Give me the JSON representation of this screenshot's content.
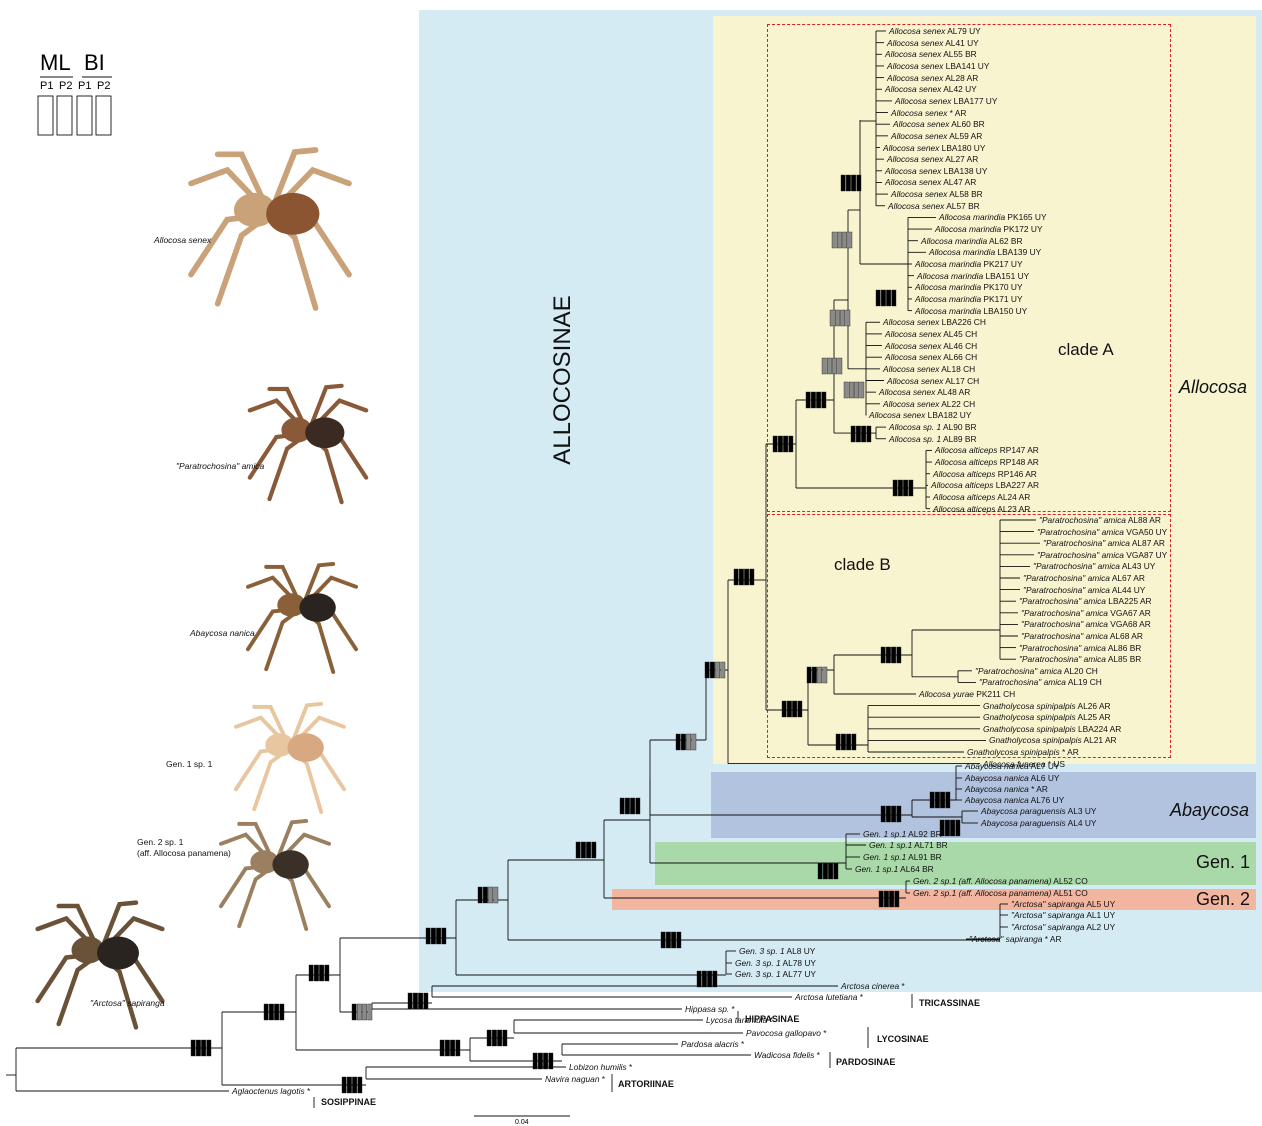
{
  "legend": {
    "ml": "ML",
    "bi": "BI",
    "parts": [
      "P1",
      "P2",
      "P1",
      "P2"
    ]
  },
  "photos": [
    {
      "caption": "Allocosa senex"
    },
    {
      "caption": "\"Paratrochosina\" amica"
    },
    {
      "caption": "Abaycosa nanica"
    },
    {
      "caption": "Gen. 1 sp. 1"
    },
    {
      "caption": "Gen. 2 sp. 1"
    },
    {
      "caption": "(aff. Allocosa panamena)"
    },
    {
      "caption": "\"Arctosa\" sapiranga"
    }
  ],
  "groups": {
    "allocosinae": "ALLOCOSINAE",
    "clade_a": "clade A",
    "clade_b": "clade B",
    "allocosa": "Allocosa",
    "abaycosa": "Abaycosa",
    "gen1": "Gen. 1",
    "gen2": "Gen. 2"
  },
  "subfamilies": [
    "TRICASSINAE",
    "HIPPASINAE",
    "LYCOSINAE",
    "PARDOSINAE",
    "ARTORIINAE",
    "SOSIPPINAE"
  ],
  "scale": "0.04",
  "colors": {
    "allocosinae_bg": "#d5ebf4",
    "allocosa_bg": "#f8f4d0",
    "abaycosa_bg": "#b2c3e0",
    "gen1_bg": "#a9d8a9",
    "gen2_bg": "#f2b5a0",
    "clade_border": "#e02020",
    "support_full": "#000000",
    "support_partial": "#8a8a8a"
  },
  "tips": [
    {
      "sp": "Allocosa senex",
      "code": "AL79 UY"
    },
    {
      "sp": "Allocosa senex",
      "code": "AL41 UY"
    },
    {
      "sp": "Allocosa senex",
      "code": "AL55 BR"
    },
    {
      "sp": "Allocosa senex",
      "code": "LBA141 UY"
    },
    {
      "sp": "Allocosa senex",
      "code": "AL28 AR"
    },
    {
      "sp": "Allocosa senex",
      "code": "AL42 UY"
    },
    {
      "sp": "Allocosa senex",
      "code": "LBA177 UY"
    },
    {
      "sp": "Allocosa senex",
      "code": "* AR"
    },
    {
      "sp": "Allocosa senex",
      "code": "AL60 BR"
    },
    {
      "sp": "Allocosa senex",
      "code": "AL59 AR"
    },
    {
      "sp": "Allocosa senex",
      "code": "LBA180 UY"
    },
    {
      "sp": "Allocosa senex",
      "code": "AL27 AR"
    },
    {
      "sp": "Allocosa senex",
      "code": "LBA138 UY"
    },
    {
      "sp": "Allocosa senex",
      "code": "AL47 AR"
    },
    {
      "sp": "Allocosa senex",
      "code": "AL58 BR"
    },
    {
      "sp": "Allocosa senex",
      "code": "AL57 BR"
    },
    {
      "sp": "Allocosa marindia",
      "code": "PK165 UY"
    },
    {
      "sp": "Allocosa marindia",
      "code": "PK172 UY"
    },
    {
      "sp": "Allocosa marindia",
      "code": "AL62 BR"
    },
    {
      "sp": "Allocosa marindia",
      "code": "LBA139 UY"
    },
    {
      "sp": "Allocosa marindia",
      "code": "PK217 UY"
    },
    {
      "sp": "Allocosa marindia",
      "code": "LBA151 UY"
    },
    {
      "sp": "Allocosa marindia",
      "code": "PK170 UY"
    },
    {
      "sp": "Allocosa marindia",
      "code": "PK171 UY"
    },
    {
      "sp": "Allocosa marindia",
      "code": "LBA150 UY"
    },
    {
      "sp": "Allocosa senex",
      "code": "LBA226 CH"
    },
    {
      "sp": "Allocosa senex",
      "code": "AL45 CH"
    },
    {
      "sp": "Allocosa senex",
      "code": "AL46 CH"
    },
    {
      "sp": "Allocosa senex",
      "code": "AL66 CH"
    },
    {
      "sp": "Allocosa senex",
      "code": "AL18 CH"
    },
    {
      "sp": "Allocosa senex",
      "code": "AL17 CH"
    },
    {
      "sp": "Allocosa senex",
      "code": "AL48 AR"
    },
    {
      "sp": "Allocosa senex",
      "code": "AL22 CH"
    },
    {
      "sp": "Allocosa senex",
      "code": "LBA182 UY"
    },
    {
      "sp": "Allocosa sp. 1",
      "code": "AL90 BR"
    },
    {
      "sp": "Allocosa sp. 1",
      "code": "AL89 BR"
    },
    {
      "sp": "Allocosa alticeps",
      "code": "RP147 AR"
    },
    {
      "sp": "Allocosa alticeps",
      "code": "RP148 AR"
    },
    {
      "sp": "Allocosa alticeps",
      "code": "RP146 AR"
    },
    {
      "sp": "Allocosa alticeps",
      "code": "LBA227 AR"
    },
    {
      "sp": "Allocosa alticeps",
      "code": "AL24 AR"
    },
    {
      "sp": "Allocosa alticeps",
      "code": "AL23 AR"
    },
    {
      "sp": "\"Paratrochosina\" amica",
      "code": "AL88 AR"
    },
    {
      "sp": "\"Paratrochosina\" amica",
      "code": "VGA50 UY"
    },
    {
      "sp": "\"Paratrochosina\" amica",
      "code": "AL87 AR"
    },
    {
      "sp": "\"Paratrochosina\" amica",
      "code": "VGA87 UY"
    },
    {
      "sp": "\"Paratrochosina\" amica",
      "code": "AL43 UY"
    },
    {
      "sp": "\"Paratrochosina\" amica",
      "code": "AL67 AR"
    },
    {
      "sp": "\"Paratrochosina\" amica",
      "code": "AL44 UY"
    },
    {
      "sp": "\"Paratrochosina\" amica",
      "code": "LBA225 AR"
    },
    {
      "sp": "\"Paratrochosina\" amica",
      "code": "VGA67 AR"
    },
    {
      "sp": "\"Paratrochosina\" amica",
      "code": "VGA68 AR"
    },
    {
      "sp": "\"Paratrochosina\" amica",
      "code": "AL68 AR"
    },
    {
      "sp": "\"Paratrochosina\" amica",
      "code": "AL86 BR"
    },
    {
      "sp": "\"Paratrochosina\" amica",
      "code": "AL85 BR"
    },
    {
      "sp": "\"Paratrochosina\" amica",
      "code": "AL20 CH"
    },
    {
      "sp": "\"Paratrochosina\" amica",
      "code": "AL19 CH"
    },
    {
      "sp": "Allocosa yurae",
      "code": "PK211 CH"
    },
    {
      "sp": "Gnatholycosa spinipalpis",
      "code": "AL26 AR"
    },
    {
      "sp": "Gnatholycosa spinipalpis",
      "code": "AL25 AR"
    },
    {
      "sp": "Gnatholycosa spinipalpis",
      "code": "LBA224 AR"
    },
    {
      "sp": "Gnatholycosa spinipalpis",
      "code": "AL21 AR"
    },
    {
      "sp": "Gnatholycosa spinipalpis",
      "code": "* AR"
    },
    {
      "sp": "Allocosa funerea",
      "code": "* US"
    },
    {
      "sp": "Abaycosa nanica",
      "code": "AL7 UY"
    },
    {
      "sp": "Abaycosa nanica",
      "code": "AL6 UY"
    },
    {
      "sp": "Abaycosa nanica",
      "code": "* AR"
    },
    {
      "sp": "Abaycosa nanica",
      "code": "AL76 UY"
    },
    {
      "sp": "Abaycosa paraguensis",
      "code": "AL3 UY"
    },
    {
      "sp": "Abaycosa paraguensis",
      "code": "AL4 UY"
    },
    {
      "sp": "Gen. 1 sp.1",
      "code": "AL92 BR"
    },
    {
      "sp": "Gen. 1 sp.1",
      "code": "AL71 BR"
    },
    {
      "sp": "Gen. 1 sp.1",
      "code": "AL91 BR"
    },
    {
      "sp": "Gen. 1 sp.1",
      "code": "AL64 BR"
    },
    {
      "sp": "Gen. 2 sp.1 (aff. Allocosa panamena)",
      "code": "AL52 CO"
    },
    {
      "sp": "Gen. 2 sp.1 (aff. Allocosa panamena)",
      "code": "AL51 CO"
    },
    {
      "sp": "\"Arctosa\" sapiranga",
      "code": "AL5 UY"
    },
    {
      "sp": "\"Arctosa\" sapiranga",
      "code": "AL1 UY"
    },
    {
      "sp": "\"Arctosa\" sapiranga",
      "code": "AL2 UY"
    },
    {
      "sp": "\"Arctosa\" sapiranga",
      "code": "* AR"
    },
    {
      "sp": "Gen. 3 sp. 1",
      "code": "AL8 UY"
    },
    {
      "sp": "Gen. 3 sp. 1",
      "code": "AL78 UY"
    },
    {
      "sp": "Gen. 3 sp. 1",
      "code": "AL77 UY"
    },
    {
      "sp": "Arctosa cinerea",
      "code": "*"
    },
    {
      "sp": "Arctosa lutetiana",
      "code": "*"
    },
    {
      "sp": "Hippasa sp.",
      "code": "*"
    },
    {
      "sp": "Lycosa tarantula",
      "code": "*"
    },
    {
      "sp": "Pavocosa gallopavo",
      "code": "*"
    },
    {
      "sp": "Pardosa alacris",
      "code": "*"
    },
    {
      "sp": "Wadicosa fidelis",
      "code": "*"
    },
    {
      "sp": "Lobizon humilis",
      "code": "*"
    },
    {
      "sp": "Navira naguan",
      "code": "*"
    },
    {
      "sp": "Aglaoctenus lagotis",
      "code": "*"
    }
  ]
}
